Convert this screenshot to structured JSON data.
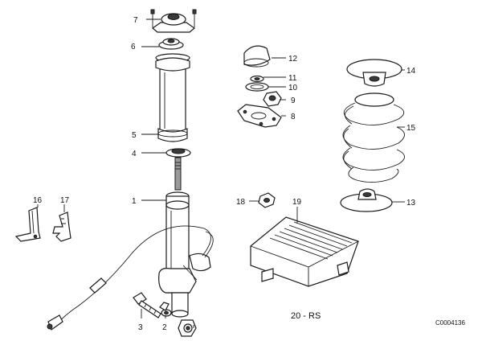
{
  "callouts": {
    "c1": "1",
    "c2": "2",
    "c3": "3",
    "c4": "4",
    "c5": "5",
    "c6": "6",
    "c7": "7",
    "c8": "8",
    "c9": "9",
    "c10": "10",
    "c11": "11",
    "c12": "12",
    "c13": "13",
    "c14": "14",
    "c15": "15",
    "c16": "16",
    "c17": "17",
    "c18": "18",
    "c19": "19"
  },
  "section_label": "20 - RS",
  "diagram_code": "C0004136"
}
